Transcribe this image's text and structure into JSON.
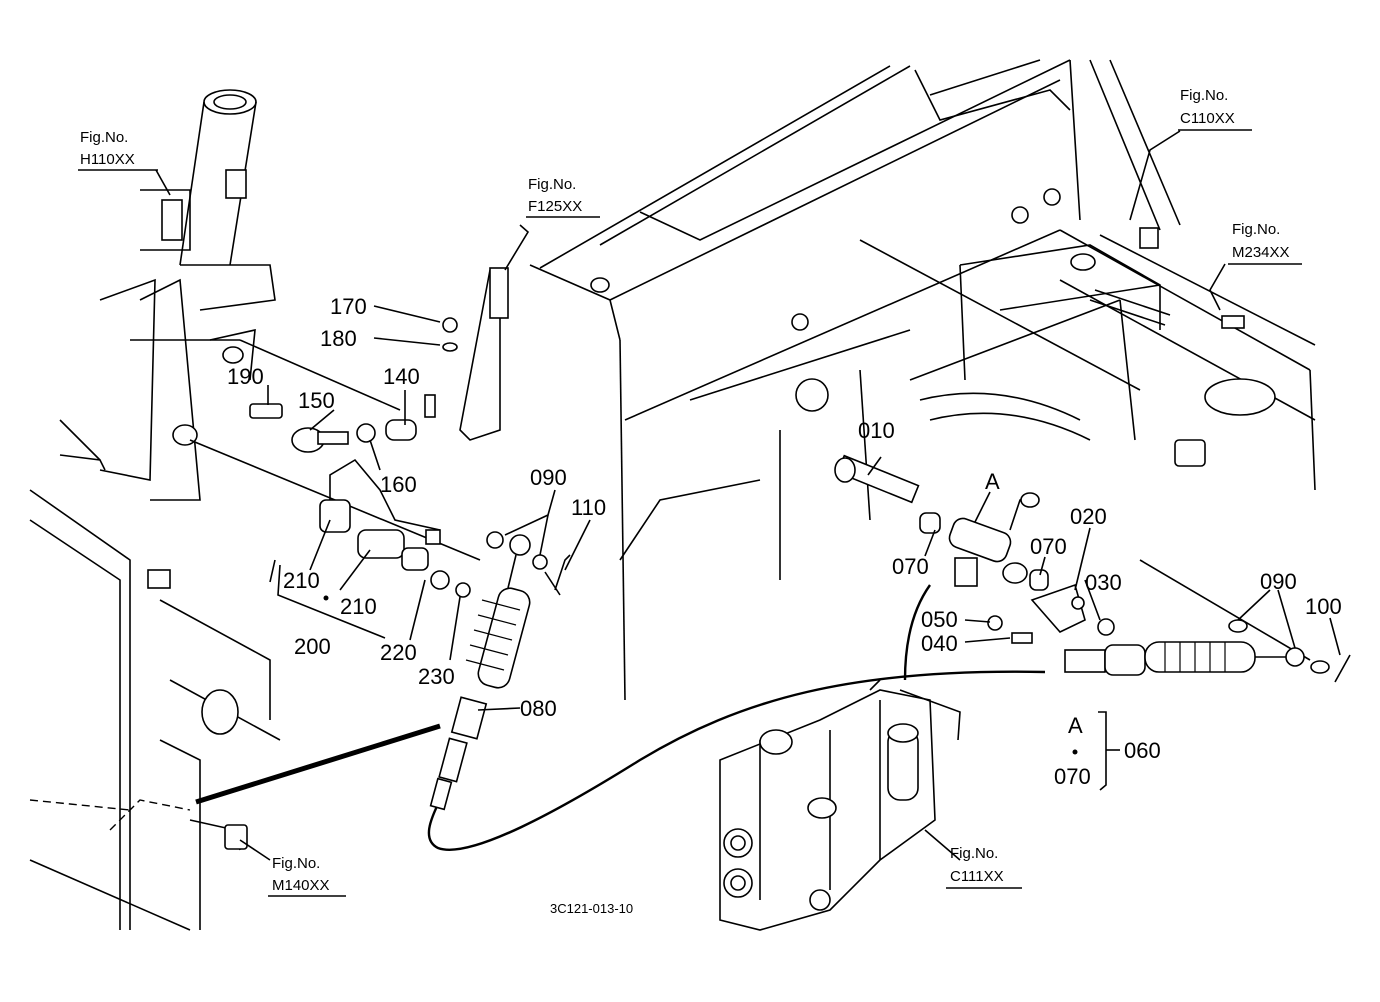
{
  "drawing_code": "3C121-013-10",
  "figure_refs": [
    {
      "id": "h110",
      "line1": "Fig.No.",
      "line2": "H110XX"
    },
    {
      "id": "f125",
      "line1": "Fig.No.",
      "line2": "F125XX"
    },
    {
      "id": "c110",
      "line1": "Fig.No.",
      "line2": "C110XX"
    },
    {
      "id": "m234",
      "line1": "Fig.No.",
      "line2": "M234XX"
    },
    {
      "id": "m140",
      "line1": "Fig.No.",
      "line2": "M140XX"
    },
    {
      "id": "c111",
      "line1": "Fig.No.",
      "line2": "C111XX"
    }
  ],
  "part_labels": {
    "p170": "170",
    "p180": "180",
    "p190": "190",
    "p150": "150",
    "p140": "140",
    "p160": "160",
    "p010": "010",
    "pA": "A",
    "p090a": "090",
    "p110": "110",
    "p020": "020",
    "p070a": "070",
    "p070b": "070",
    "p030": "030",
    "p050": "050",
    "p040": "040",
    "p210a": "210",
    "p210b": "210",
    "p200": "200",
    "p220": "220",
    "p230": "230",
    "p080": "080",
    "p090b": "090",
    "p100": "100"
  },
  "assembly_note": {
    "letter": "A",
    "part": "070",
    "group": "060"
  }
}
